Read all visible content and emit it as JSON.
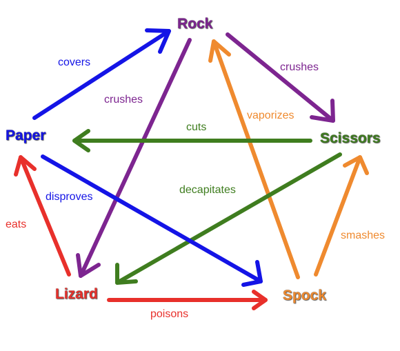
{
  "colors": {
    "purple": "#7d2590",
    "blue": "#1414e6",
    "green": "#3f7d1f",
    "red": "#e8302b",
    "orange": "#ef8a2f"
  },
  "nodes": {
    "rock": "Rock",
    "paper": "Paper",
    "scissors": "Scissors",
    "lizard": "Lizard",
    "spock": "Spock"
  },
  "edges": {
    "paper_covers_rock": "covers",
    "rock_crushes_scissors": "crushes",
    "rock_crushes_lizard": "crushes",
    "spock_vaporizes_rock": "vaporizes",
    "scissors_cuts_paper": "cuts",
    "scissors_decapitates_lizard": "decapitates",
    "paper_disproves_spock": "disproves",
    "lizard_eats_paper": "eats",
    "spock_smashes_scissors": "smashes",
    "lizard_poisons_spock": "poisons"
  }
}
